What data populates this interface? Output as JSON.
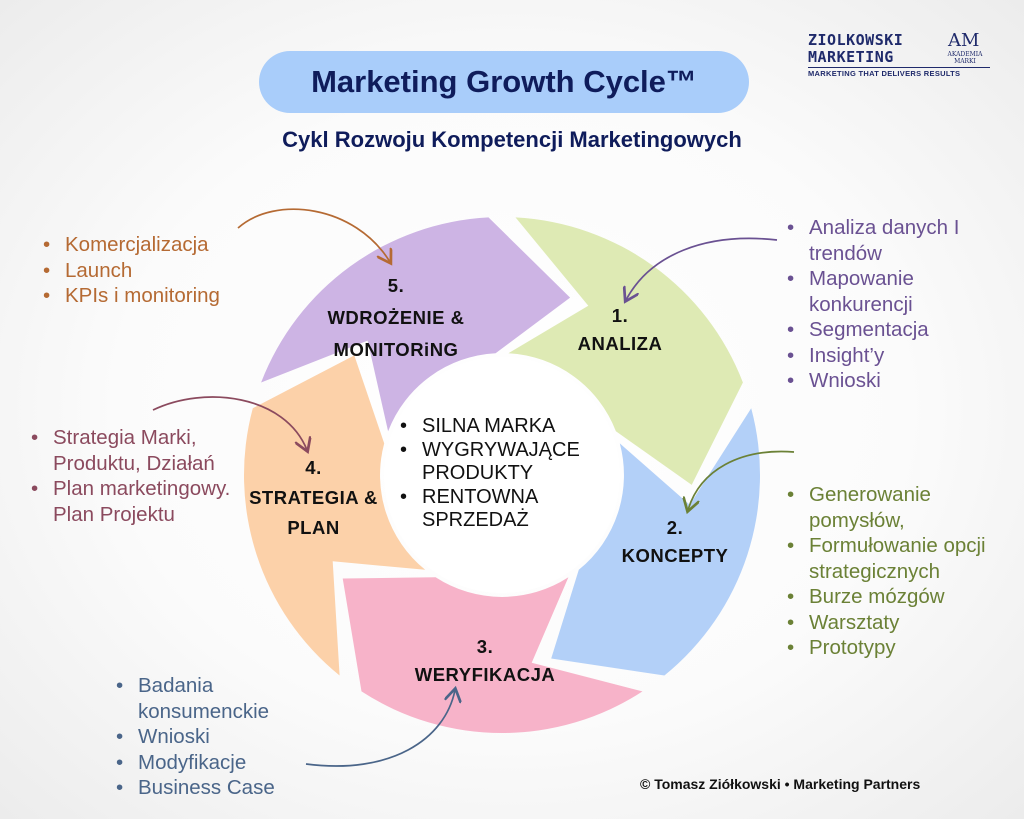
{
  "title": "Marketing Growth Cycle™",
  "subtitle": "Cykl Rozwoju Kompetencji Marketingowych",
  "logo": {
    "line1": "ZIOLKOWSKI",
    "line2": "MARKETING",
    "tagline": "MARKETING THAT DELIVERS RESULTS",
    "mark": "AM",
    "mark_sub": "AKADEMIA MARKI"
  },
  "center": {
    "items": [
      "SILNA MARKA",
      "WYGRYWAJĄCE PRODUKTY",
      "RENTOWNA SPRZEDAŻ"
    ]
  },
  "segments": [
    {
      "number": "1.",
      "name": "ANALIZA",
      "color": "#cdb4e4",
      "bullets": [
        "Analiza danych I trendów",
        "Mapowanie konkurencji",
        "Segmentacja",
        "Insight’y",
        "Wnioski"
      ],
      "text_color": "#6a5192"
    },
    {
      "number": "2.",
      "name": "KONCEPTY",
      "color": "#deeab4",
      "bullets": [
        "Generowanie pomysłów,",
        "Formułowanie opcji strategicznych",
        "Burze mózgów",
        "Warsztaty",
        "Prototypy"
      ],
      "text_color": "#6b8136"
    },
    {
      "number": "3.",
      "name": "WERYFIKACJA",
      "color": "#b3d0f8",
      "bullets": [
        "Badania konsumenckie",
        "Wnioski",
        "Modyfikacje",
        "Business Case"
      ],
      "text_color": "#4a6589"
    },
    {
      "number": "4.",
      "name": "STRATEGIA & PLAN",
      "color": "#f7b3c9",
      "bullets": [
        "Strategia Marki, Produktu, Działań",
        "Plan marketingowy. Plan Projektu"
      ],
      "text_color": "#8b4a5e"
    },
    {
      "number": "5.",
      "name": "WDROŻENIE & MONITORiNG",
      "color": "#fcd1a9",
      "bullets": [
        "Komercjalizacja",
        "Launch",
        "KPIs i monitoring"
      ],
      "text_color": "#b56a33"
    }
  ],
  "footer": "© Tomasz Ziółkowski • Marketing Partners"
}
